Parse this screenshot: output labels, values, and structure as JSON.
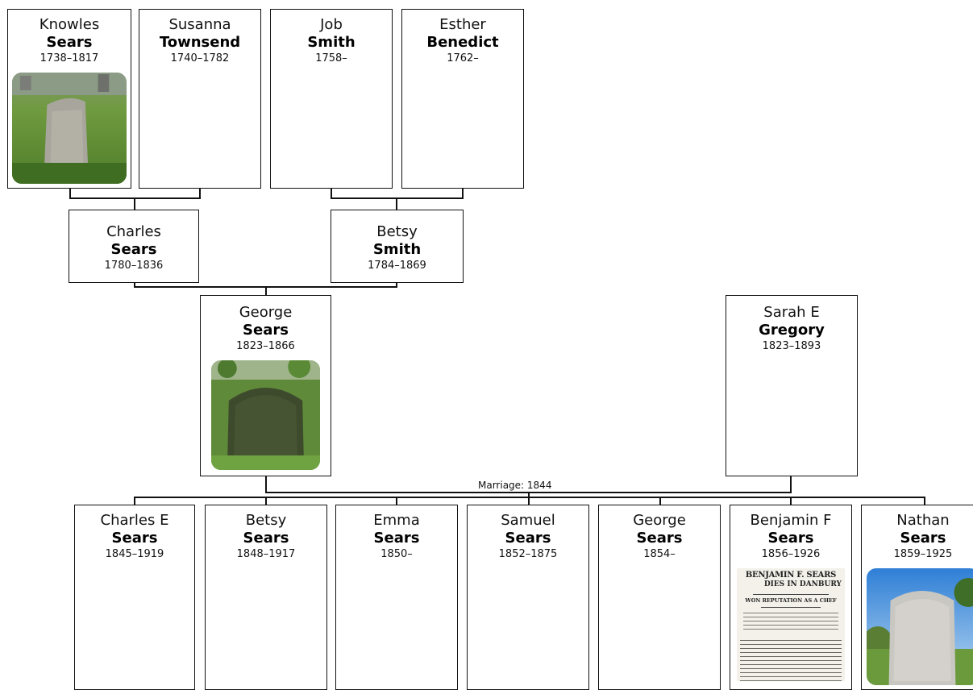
{
  "people": {
    "knowles": {
      "given": "Knowles",
      "surname": "Sears",
      "dates": "1738–1817"
    },
    "susanna": {
      "given": "Susanna",
      "surname": "Townsend",
      "dates": "1740–1782"
    },
    "job": {
      "given": "Job",
      "surname": "Smith",
      "dates": "1758–"
    },
    "esther": {
      "given": "Esther",
      "surname": "Benedict",
      "dates": "1762–"
    },
    "charles": {
      "given": "Charles",
      "surname": "Sears",
      "dates": "1780–1836"
    },
    "betsy_s": {
      "given": "Betsy",
      "surname": "Smith",
      "dates": "1784–1869"
    },
    "george": {
      "given": "George",
      "surname": "Sears",
      "dates": "1823–1866"
    },
    "sarah": {
      "given": "Sarah E",
      "surname": "Gregory",
      "dates": "1823–1893"
    },
    "charles_e": {
      "given": "Charles E",
      "surname": "Sears",
      "dates": "1845–1919"
    },
    "betsy": {
      "given": "Betsy",
      "surname": "Sears",
      "dates": "1848–1917"
    },
    "emma": {
      "given": "Emma",
      "surname": "Sears",
      "dates": "1850–"
    },
    "samuel": {
      "given": "Samuel",
      "surname": "Sears",
      "dates": "1852–1875"
    },
    "george_c": {
      "given": "George",
      "surname": "Sears",
      "dates": "1854–"
    },
    "benjamin": {
      "given": "Benjamin F",
      "surname": "Sears",
      "dates": "1856–1926"
    },
    "nathan": {
      "given": "Nathan",
      "surname": "Sears",
      "dates": "1859–1925"
    }
  },
  "marriage_label": "Marriage: 1844",
  "newspaper": {
    "headline1": "BENJAMIN F. SEARS",
    "headline2": "DIES IN DANBURY",
    "sub1": "WON REPUTATION AS A CHEF"
  },
  "colors": {
    "border": "#111111",
    "line": "#111111",
    "background": "#ffffff"
  }
}
